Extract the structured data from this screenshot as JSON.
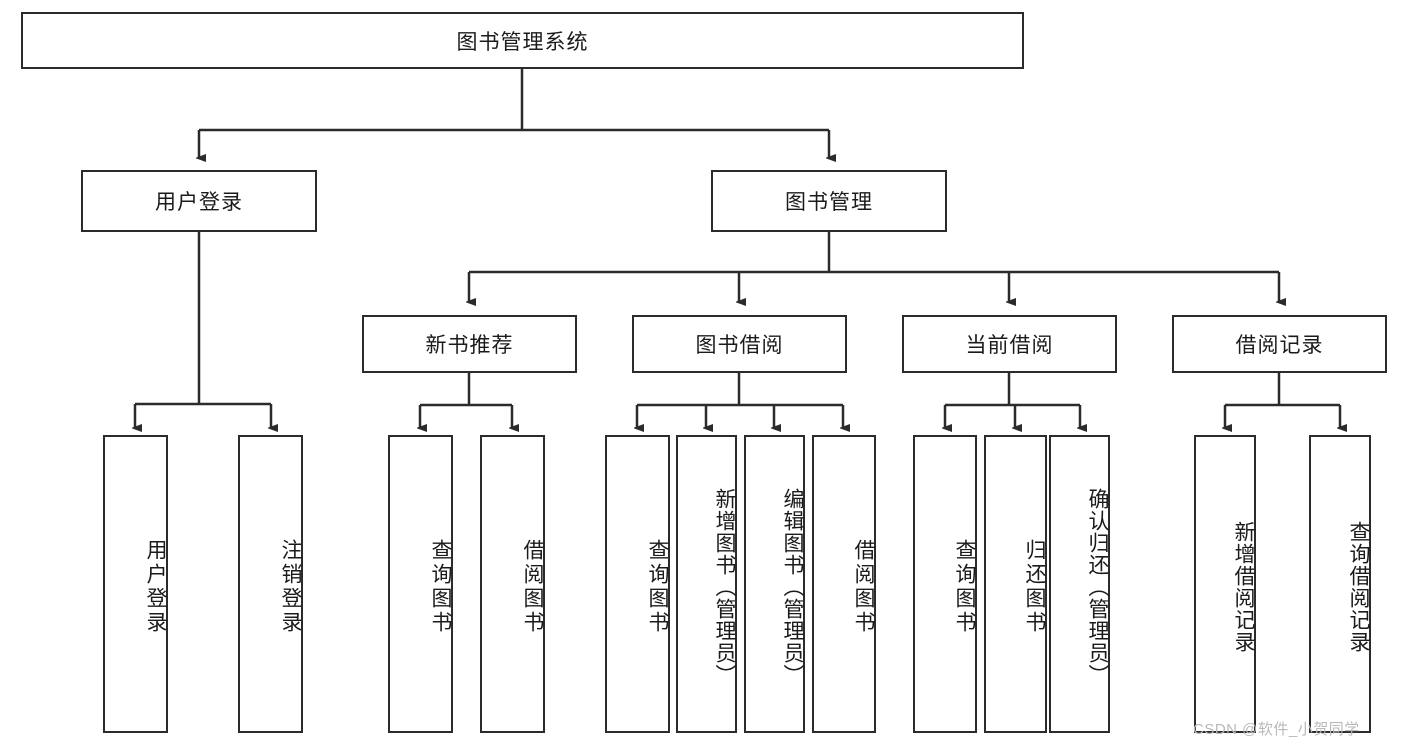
{
  "diagram": {
    "title": "图书管理系统",
    "root": {
      "label": "图书管理系统"
    },
    "level2": [
      {
        "label": "用户登录"
      },
      {
        "label": "图书管理"
      }
    ],
    "level3": [
      {
        "label": "新书推荐"
      },
      {
        "label": "图书借阅"
      },
      {
        "label": "当前借阅"
      },
      {
        "label": "借阅记录"
      }
    ],
    "leaves": [
      {
        "label": "用户登录",
        "parent": "用户登录"
      },
      {
        "label": "注销登录",
        "parent": "用户登录"
      },
      {
        "label": "查询图书",
        "parent": "新书推荐"
      },
      {
        "label": "借阅图书",
        "parent": "新书推荐"
      },
      {
        "label": "查询图书",
        "parent": "图书借阅"
      },
      {
        "label": "新增图书（管理员）",
        "parent": "图书借阅"
      },
      {
        "label": "编辑图书（管理员）",
        "parent": "图书借阅"
      },
      {
        "label": "借阅图书",
        "parent": "图书借阅"
      },
      {
        "label": "查询图书",
        "parent": "当前借阅"
      },
      {
        "label": "归还图书",
        "parent": "当前借阅"
      },
      {
        "label": "确认归还（管理员）",
        "parent": "当前借阅"
      },
      {
        "label": "新增借阅记录",
        "parent": "借阅记录"
      },
      {
        "label": "查询借阅记录",
        "parent": "借阅记录"
      }
    ]
  },
  "watermark": {
    "text": "CSDN @软件_小贺同学"
  },
  "colors": {
    "stroke": "#2b2b2b",
    "background": "#ffffff",
    "text": "#1b1b1b",
    "watermark": "#b9b9b9"
  }
}
